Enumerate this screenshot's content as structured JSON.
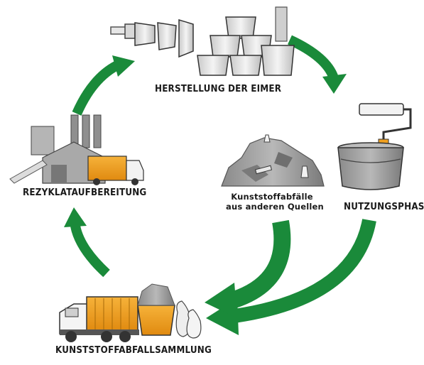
{
  "stages": {
    "production": {
      "label": "HERSTELLUNG DER EIMER",
      "icon": "buckets-production-icon"
    },
    "usage": {
      "label": "NUTZUNGSPHASE",
      "icon": "paint-bucket-roller-icon"
    },
    "collection": {
      "label": "KUNSTSTOFFABFALLSAMMLUNG",
      "icon": "garbage-truck-container-icon"
    },
    "recycling": {
      "label": "REZYKLATAUFBEREITUNG",
      "icon": "recycling-plant-icon"
    }
  },
  "other_sources": {
    "line1": "Kunststoffabfälle",
    "line2": "aus anderen Quellen",
    "icon": "waste-pile-icon"
  },
  "colors": {
    "arrow": "#1a8a3a",
    "truck_orange": "#f0a020",
    "grey": "#9a9a9a",
    "text": "#1a1a1a"
  }
}
